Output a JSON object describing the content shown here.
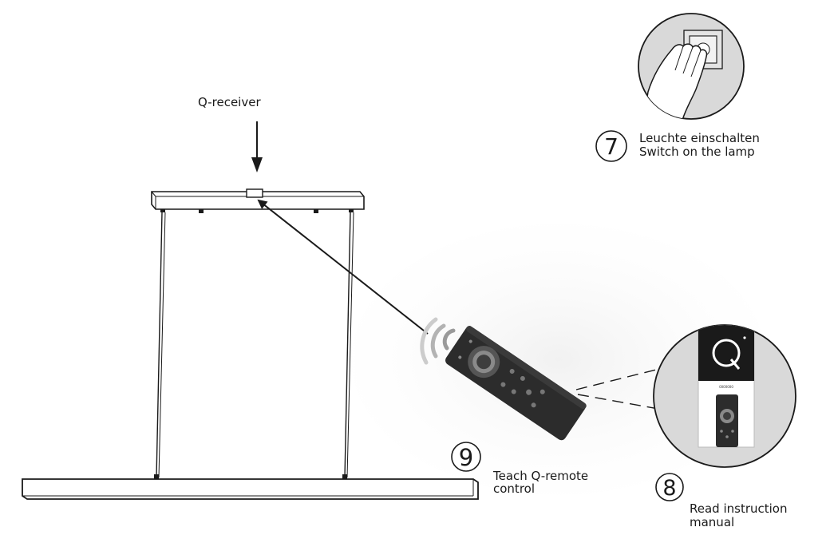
{
  "labels": {
    "receiver": "Q-receiver",
    "step7_number": "7",
    "step7_line1": "Leuchte einschalten",
    "step7_line2": "Switch on the lamp",
    "step8_number": "8",
    "step8_line1": "Read instruction",
    "step8_line2": "manual",
    "step9_number": "9",
    "step9_line1": "Teach Q-remote",
    "step9_line2": "control",
    "manual_logo": "Q",
    "manual_code": "0000000"
  }
}
